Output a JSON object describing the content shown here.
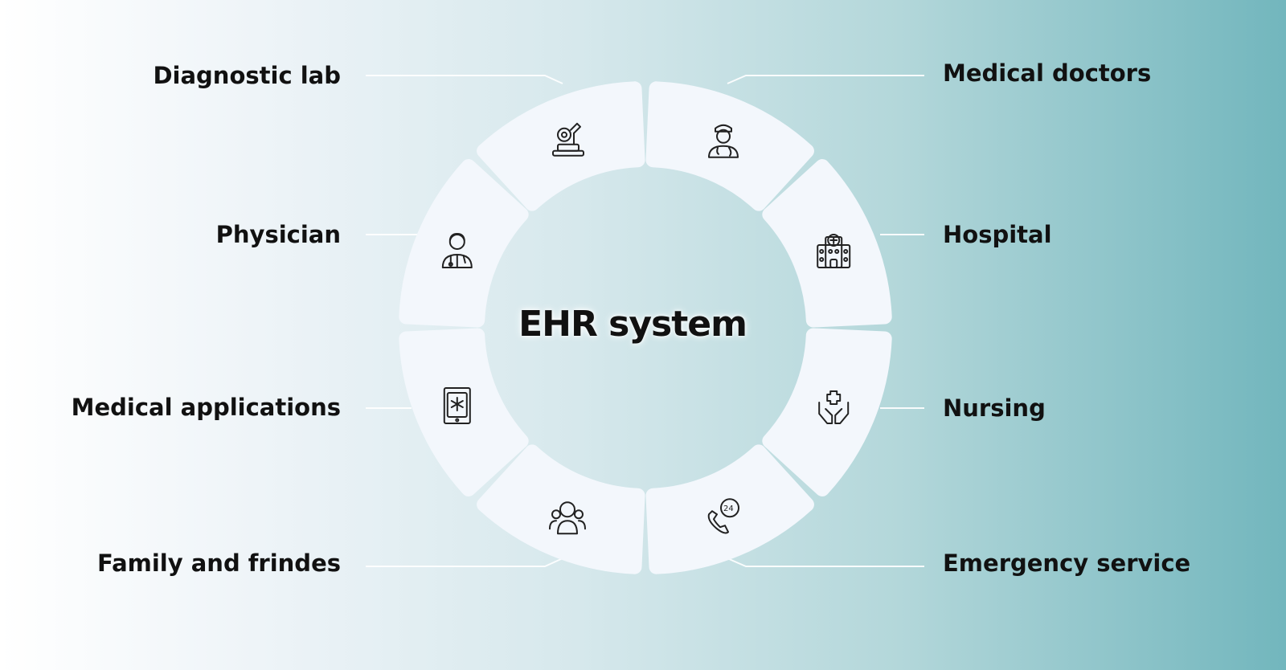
{
  "title": "EHR system",
  "nodes": [
    {
      "label": "Diagnostic lab",
      "icon": "microscope-icon",
      "side": "left"
    },
    {
      "label": "Physician",
      "icon": "physician-icon",
      "side": "left"
    },
    {
      "label": "Medical applications",
      "icon": "tablet-app-icon",
      "side": "left"
    },
    {
      "label": "Family and frindes",
      "icon": "family-group-icon",
      "side": "left"
    },
    {
      "label": "Medical doctors",
      "icon": "doctor-icon",
      "side": "right"
    },
    {
      "label": "Hospital",
      "icon": "hospital-building-icon",
      "side": "right"
    },
    {
      "label": "Nursing",
      "icon": "caring-hands-icon",
      "side": "right"
    },
    {
      "label": "Emergency service",
      "icon": "emergency-phone-24-icon",
      "side": "right"
    }
  ],
  "colors": {
    "segment": "#f3f7fc",
    "line": "#ffffff",
    "text": "#111111",
    "teal": "#72b6bd"
  }
}
